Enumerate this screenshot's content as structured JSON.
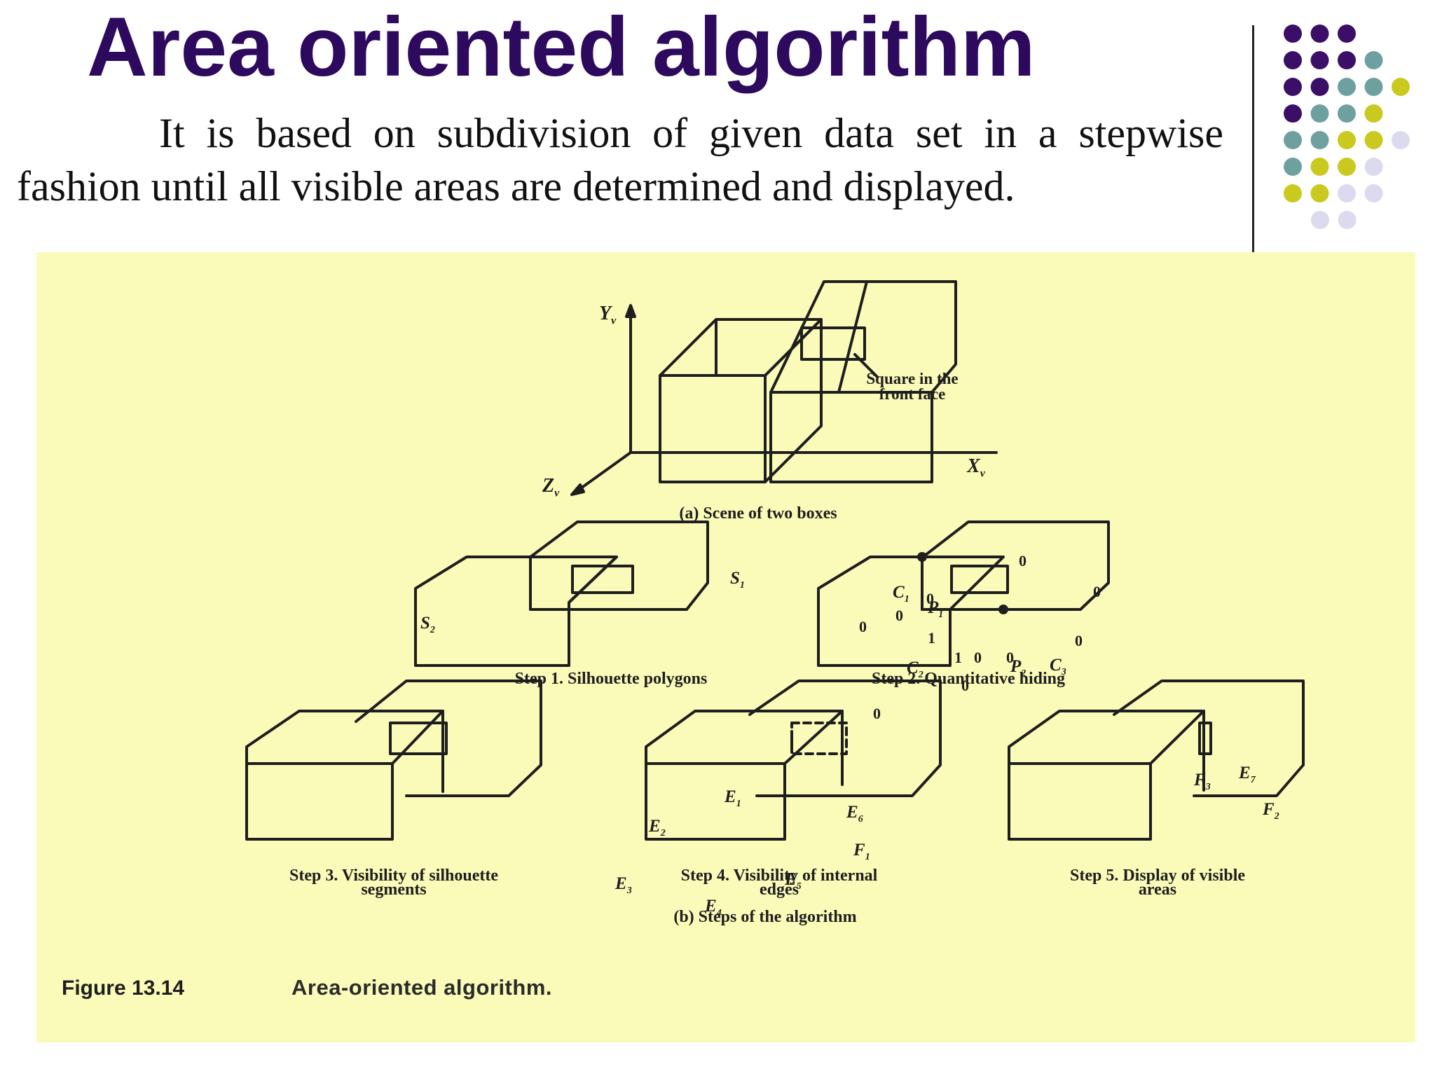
{
  "slide": {
    "title": "Area oriented algorithm",
    "body": "It is based on subdivision of given data set in a stepwise fashion until all visible areas are determined and displayed."
  },
  "decoration": {
    "dot_colors": {
      "purple": "#3b0e67",
      "teal": "#6fa0a0",
      "olive": "#c9c91f",
      "lavender": "#dcdaee"
    },
    "dot_rows": [
      [
        "purple",
        "purple",
        "purple"
      ],
      [
        "purple",
        "purple",
        "purple",
        "teal"
      ],
      [
        "purple",
        "purple",
        "teal",
        "teal",
        "olive"
      ],
      [
        "purple",
        "teal",
        "teal",
        "olive"
      ],
      [
        "teal",
        "teal",
        "olive",
        "olive",
        "lavender"
      ],
      [
        "teal",
        "olive",
        "olive",
        "lavender"
      ],
      [
        "olive",
        "olive",
        "lavender",
        "lavender"
      ],
      [
        "lavender",
        "lavender"
      ]
    ]
  },
  "figure": {
    "background": "#fbfbb9",
    "axis_y": "Y",
    "axis_x": "X",
    "axis_z": "Z",
    "axis_sub": "v",
    "square_note_line1": "Square in the",
    "square_note_line2": "front face",
    "caption_a": "(a) Scene of two boxes",
    "step1": "Step 1. Silhouette polygons",
    "step2": "Step 2. Quantitative hiding",
    "step3_line1": "Step 3. Visibility of silhouette",
    "step3_line2": "segments",
    "step4_line1": "Step 4. Visibility of internal",
    "step4_line2": "edges",
    "step5_line1": "Step 5. Display of visible",
    "step5_line2": "areas",
    "caption_b": "(b) Steps of the algorithm",
    "figure_number": "Figure 13.14",
    "figure_title": "Area-oriented algorithm.",
    "labels": {
      "s1": "S",
      "s1_sub": "1",
      "s2": "S",
      "s2_sub": "2",
      "c1": "C",
      "c1_sub": "1",
      "c2": "C",
      "c2_sub": "2",
      "c3": "C",
      "c3_sub": "3",
      "p1": "P",
      "p1_sub": "1",
      "p2": "P",
      "p2_sub": "2",
      "e1": "E",
      "e1_sub": "1",
      "e2": "E",
      "e2_sub": "2",
      "e3": "E",
      "e3_sub": "3",
      "e4": "E",
      "e4_sub": "4",
      "e5": "E",
      "e5_sub": "5",
      "e6": "E",
      "e6_sub": "6",
      "e7": "E",
      "e7_sub": "7",
      "f1": "F",
      "f1_sub": "1",
      "f2": "F",
      "f2_sub": "2",
      "f3": "F",
      "f3_sub": "3",
      "zero": "0",
      "one": "1"
    }
  }
}
